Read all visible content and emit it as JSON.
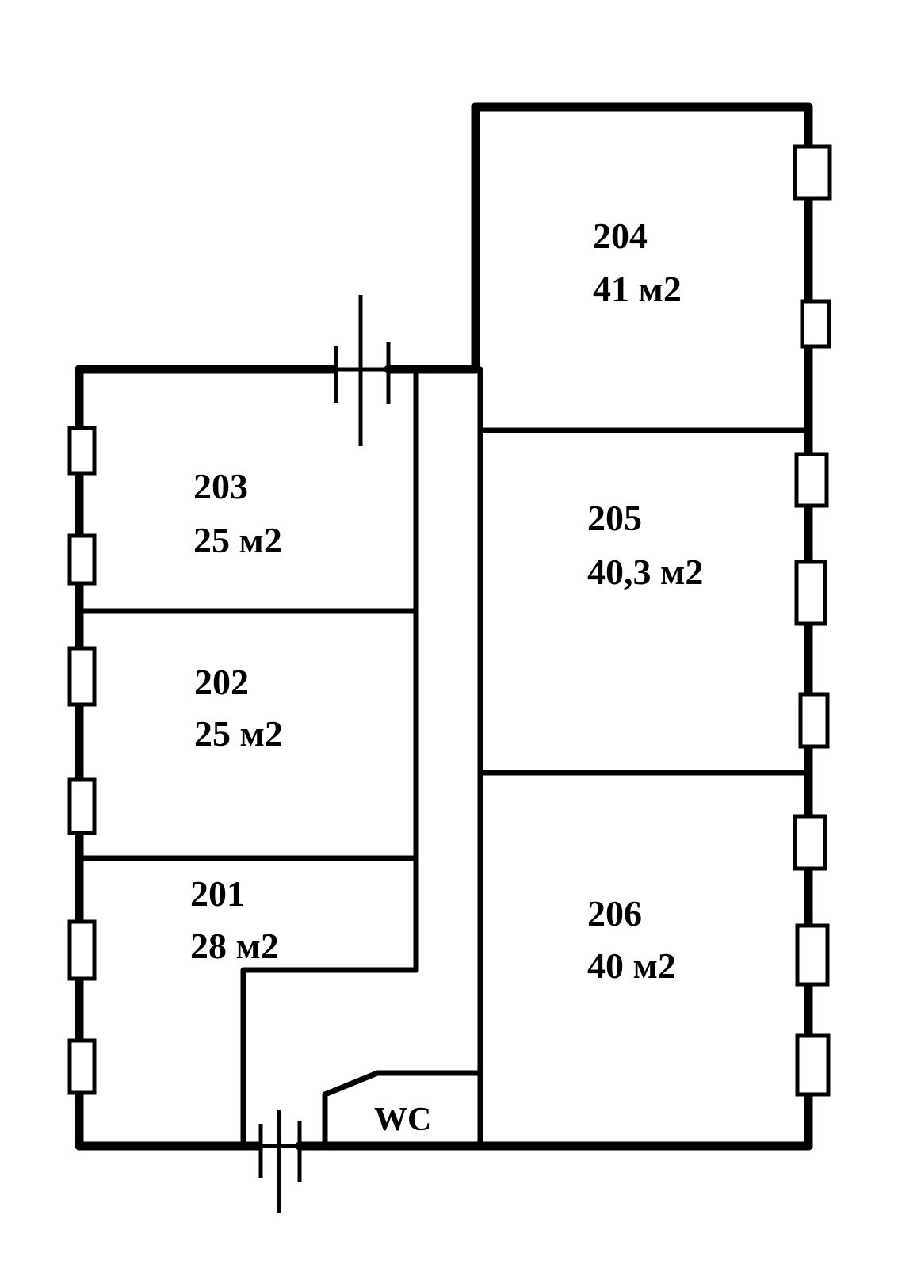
{
  "rooms": [
    {
      "number": "201",
      "area": "28 м2"
    },
    {
      "number": "202",
      "area": "25 м2"
    },
    {
      "number": "203",
      "area": "25 м2"
    },
    {
      "number": "204",
      "area": "41 м2"
    },
    {
      "number": "205",
      "area": "40,3 м2"
    },
    {
      "number": "206",
      "area": "40 м2"
    }
  ],
  "wc": {
    "label": "WC"
  },
  "colors": {
    "line": "#000000",
    "background": "#ffffff"
  }
}
